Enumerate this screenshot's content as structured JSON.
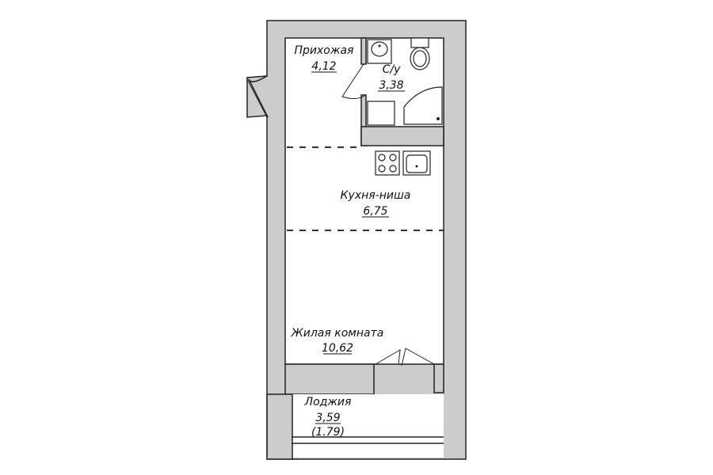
{
  "rooms": {
    "hallway": {
      "name": "Прихожая",
      "area": "4,12"
    },
    "bathroom": {
      "name": "С/у",
      "area": "3,38"
    },
    "kitchen": {
      "name": "Кухня-ниша",
      "area": "6,75"
    },
    "living": {
      "name": "Жилая комната",
      "area": "10,62"
    },
    "loggia": {
      "name": "Лоджия",
      "area": "3,59",
      "area_reduced": "(1.79)"
    }
  },
  "colors": {
    "wall": "#cccccc",
    "outline": "#222222",
    "background": "#ffffff"
  }
}
